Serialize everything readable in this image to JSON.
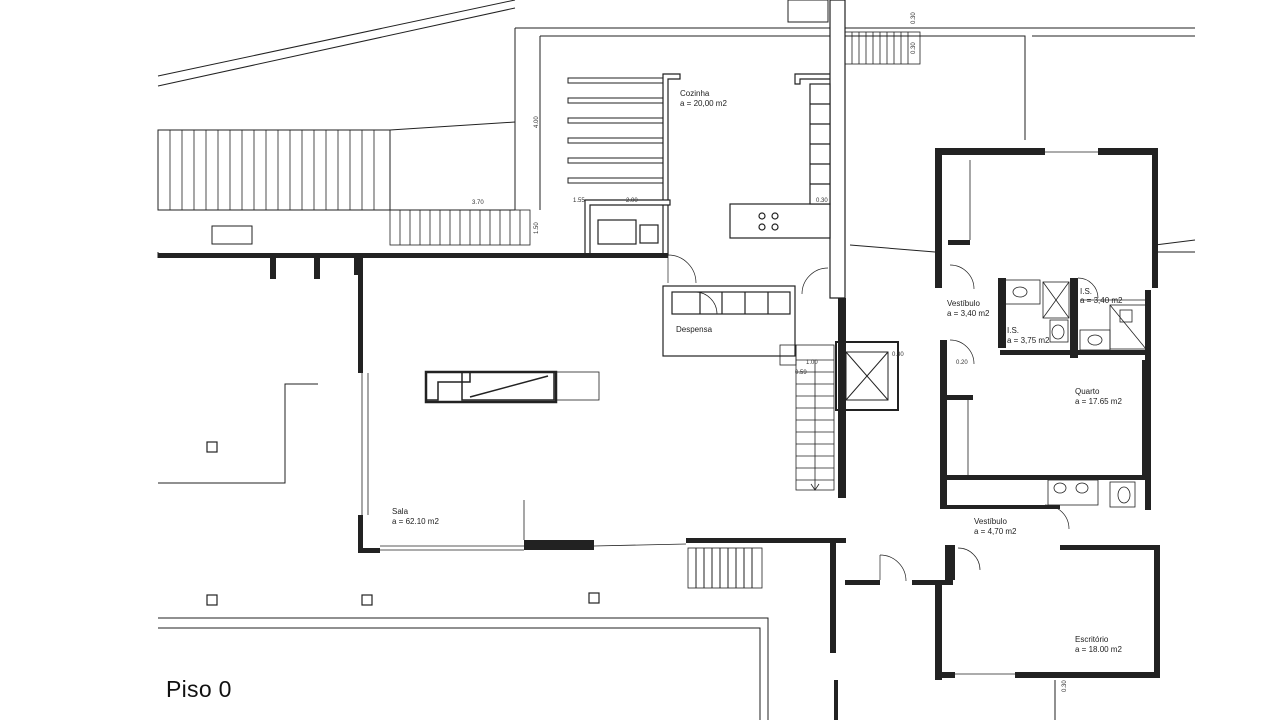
{
  "plan": {
    "floor_title": "Piso 0",
    "rooms": {
      "cozinha": {
        "name": "Cozinha",
        "area": "a = 20,00 m2"
      },
      "despensa": {
        "name": "Despensa"
      },
      "sala": {
        "name": "Sala",
        "area": "a = 62.10 m2"
      },
      "vestibulo_1": {
        "name": "Vestíbulo",
        "area": "a = 3,40 m2"
      },
      "is_1": {
        "name": "I.S.",
        "area": "a = 3,75 m2"
      },
      "is_2": {
        "name": "I.S.",
        "area": "a = 3,40 m2"
      },
      "quarto": {
        "name": "Quarto",
        "area": "a = 17.65 m2"
      },
      "vestibulo_2": {
        "name": "Vestíbulo",
        "area": "a = 4,70 m2"
      },
      "escritorio": {
        "name": "Escritório",
        "area": "a = 18.00 m2"
      }
    },
    "dimensions": {
      "d_400": "4.00",
      "d_370": "3.70",
      "d_150": "1.50",
      "d_155": "1.55",
      "d_200": "2.00",
      "d_030a": "0.30",
      "d_030b": "0.30",
      "d_020": "0.20",
      "d_100": "1.00",
      "d_059": "0.59",
      "d_030c": "0.30",
      "d_030d": "0.30",
      "d_030e": "0.30"
    }
  }
}
